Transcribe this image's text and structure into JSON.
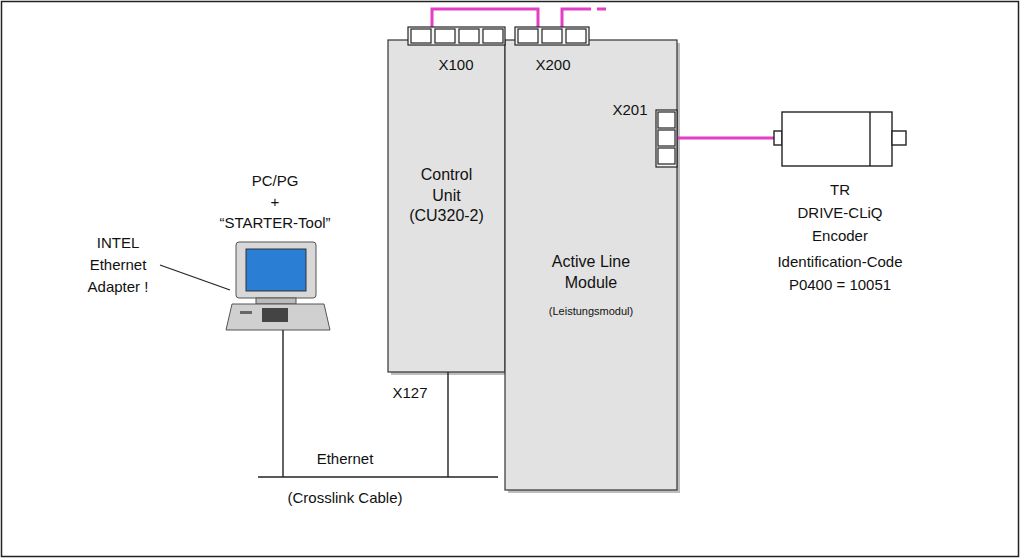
{
  "diagram": {
    "nodes": [
      {
        "text": [
          "Control Unit (CU320-2)"
        ]
      },
      {
        "text": [
          "Active Line Module",
          "(Leistungsmodul)"
        ]
      }
    ],
    "labels": [
      "X100",
      "X200",
      "X201",
      "TR",
      "DRIVE-CLiQ",
      "Encoder",
      "Identification-Code",
      "P0400 = 10051",
      "PC/PG",
      "+",
      "“STARTER-Tool”",
      "INTEL",
      "Ethernet",
      "Adapter !",
      "X127",
      "Ethernet",
      "(Crosslink Cable)"
    ]
  }
}
